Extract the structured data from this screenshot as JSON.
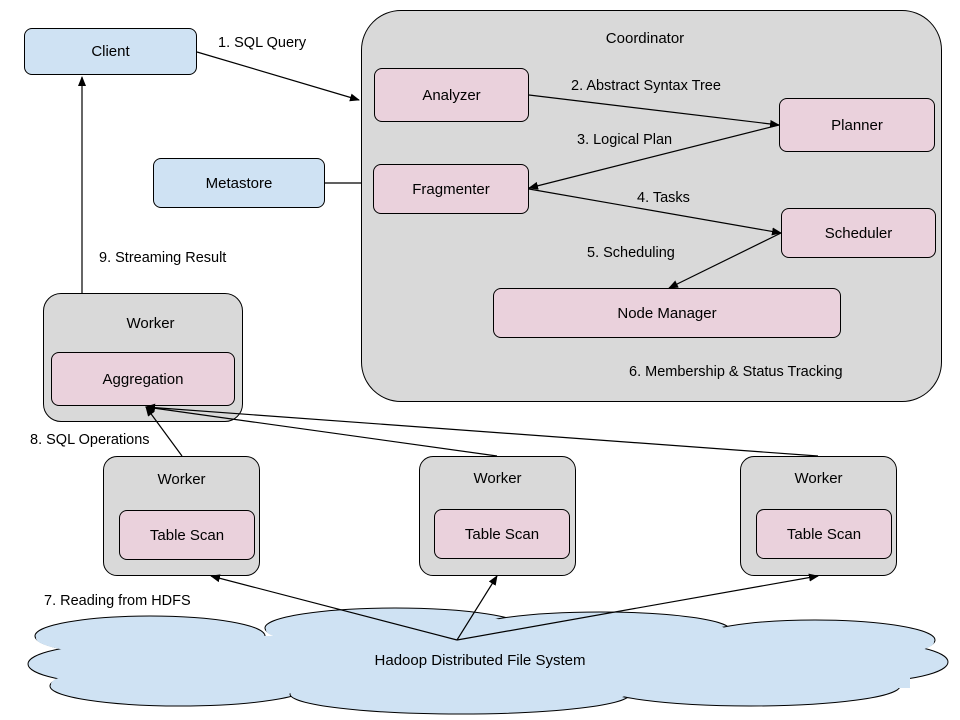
{
  "coordinator": {
    "title": "Coordinator",
    "analyzer": "Analyzer",
    "planner": "Planner",
    "fragmenter": "Fragmenter",
    "scheduler": "Scheduler",
    "node_manager": "Node Manager"
  },
  "client": "Client",
  "metastore": "Metastore",
  "agg_worker": {
    "title": "Worker",
    "task": "Aggregation"
  },
  "scan_workers": [
    {
      "title": "Worker",
      "task": "Table Scan"
    },
    {
      "title": "Worker",
      "task": "Table Scan"
    },
    {
      "title": "Worker",
      "task": "Table Scan"
    }
  ],
  "hdfs": "Hadoop Distributed File System",
  "steps": {
    "sql_query": "1. SQL Query",
    "ast": "2. Abstract Syntax Tree",
    "logical_plan": "3. Logical Plan",
    "tasks": "4. Tasks",
    "scheduling": "5. Scheduling",
    "membership": "6. Membership & Status Tracking",
    "reading": "7. Reading from HDFS",
    "sql_ops": "8. SQL Operations",
    "streaming": "9. Streaming Result"
  },
  "colors": {
    "client_fill": "#cfe2f3",
    "component_fill": "#ead1dc",
    "container_fill": "#d9d9d9",
    "cloud_fill": "#cfe2f3"
  }
}
